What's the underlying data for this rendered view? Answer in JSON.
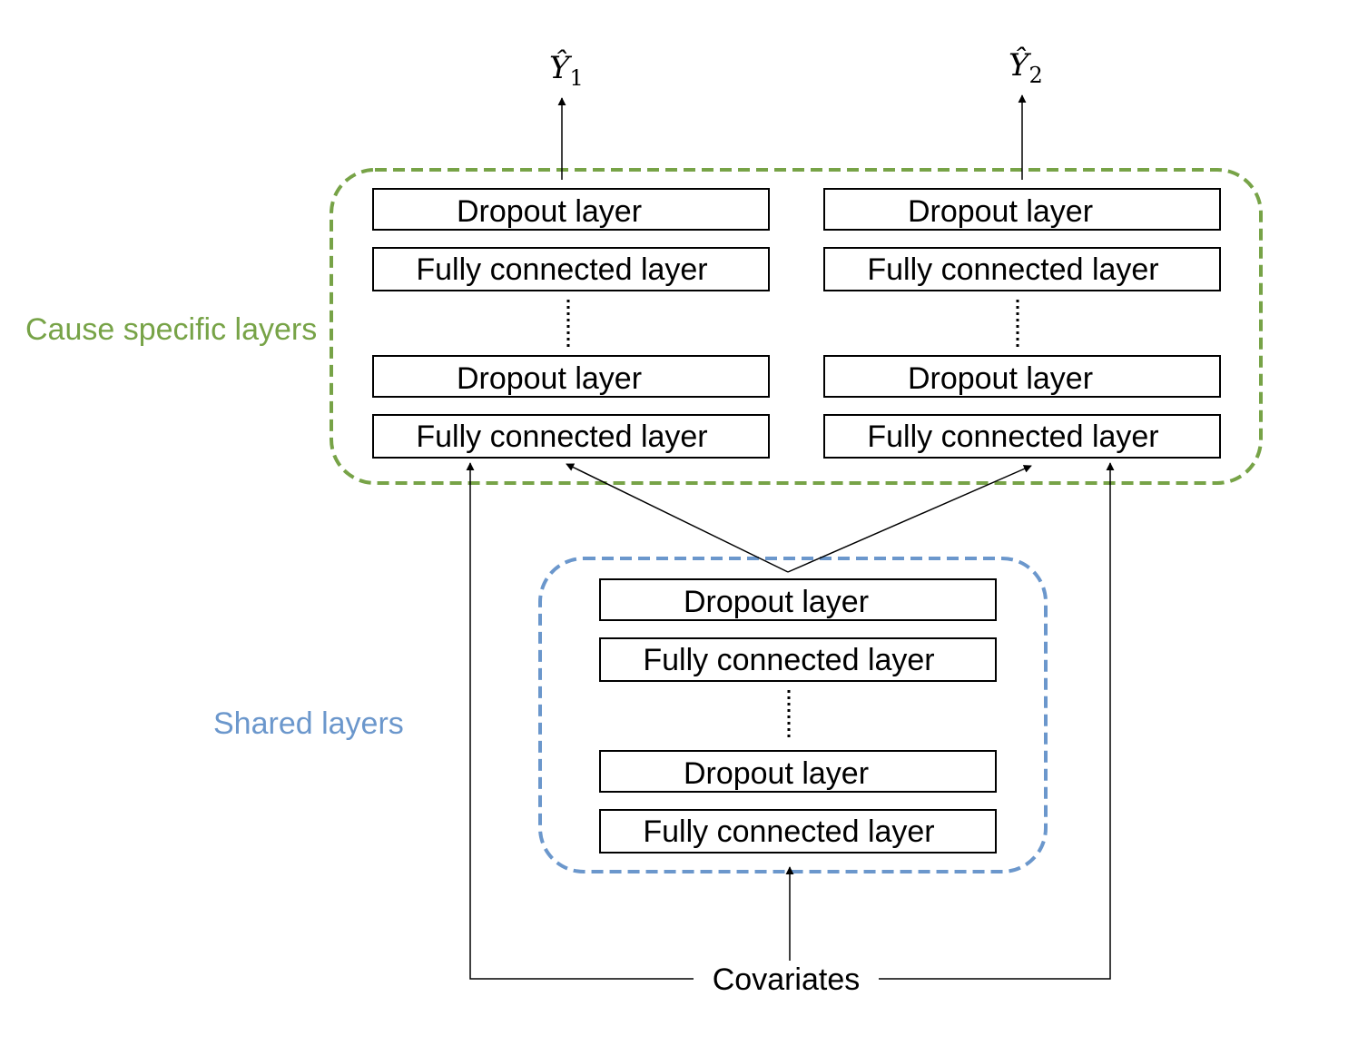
{
  "outputs": {
    "y1": {
      "base": "Ŷ",
      "sub": "1"
    },
    "y2": {
      "base": "Ŷ",
      "sub": "2"
    }
  },
  "cause_specific": {
    "label": "Cause specific layers",
    "color": "#77a347",
    "left_stack": [
      "Dropout layer",
      "Fully connected layer",
      "Dropout layer",
      "Fully connected layer"
    ],
    "right_stack": [
      "Dropout layer",
      "Fully connected layer",
      "Dropout layer",
      "Fully connected layer"
    ]
  },
  "shared": {
    "label": "Shared layers",
    "color": "#6b97cc",
    "stack": [
      "Dropout layer",
      "Fully connected layer",
      "Dropout layer",
      "Fully connected layer"
    ]
  },
  "input": {
    "label": "Covariates"
  }
}
